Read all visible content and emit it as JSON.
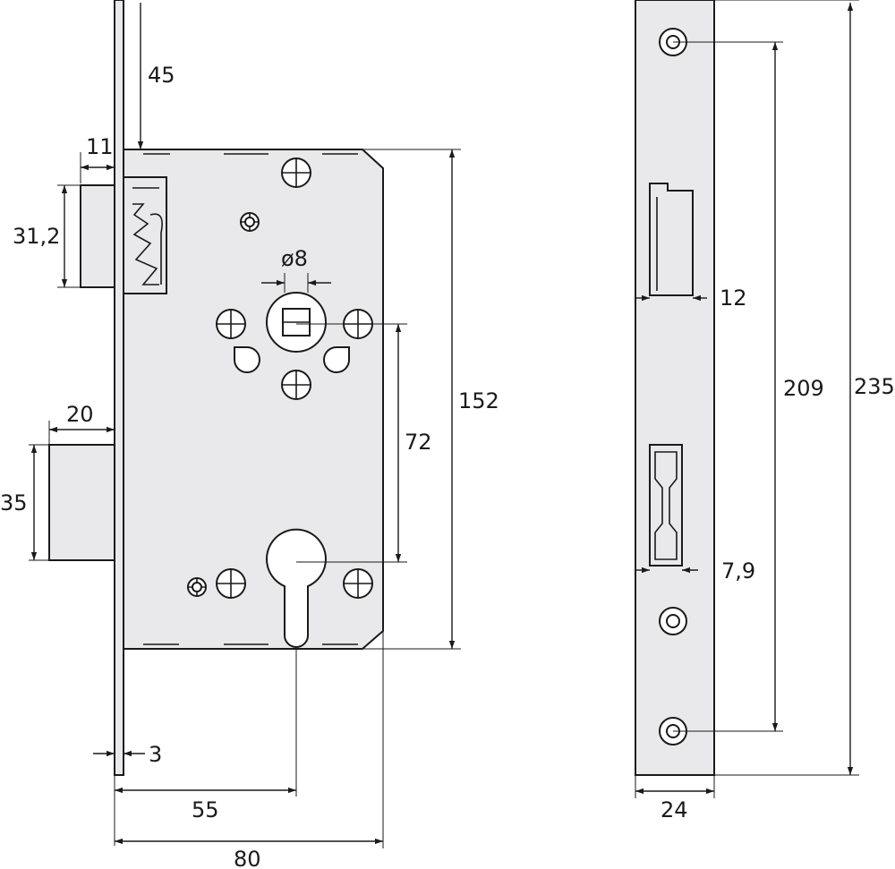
{
  "dimensions": {
    "backset_45": "45",
    "latch_protrusion": "11",
    "latch_height": "31,2",
    "spindle": "ø8",
    "bolt_protrusion": "20",
    "bolt_height": "35",
    "faceplate_thickness": "3",
    "distance_72": "72",
    "case_height": "152",
    "backset_55": "55",
    "case_depth": "80",
    "latch_opening": "12",
    "bolt_opening": "7,9",
    "screw_spacing": "209",
    "faceplate_length": "235",
    "faceplate_width": "24"
  }
}
